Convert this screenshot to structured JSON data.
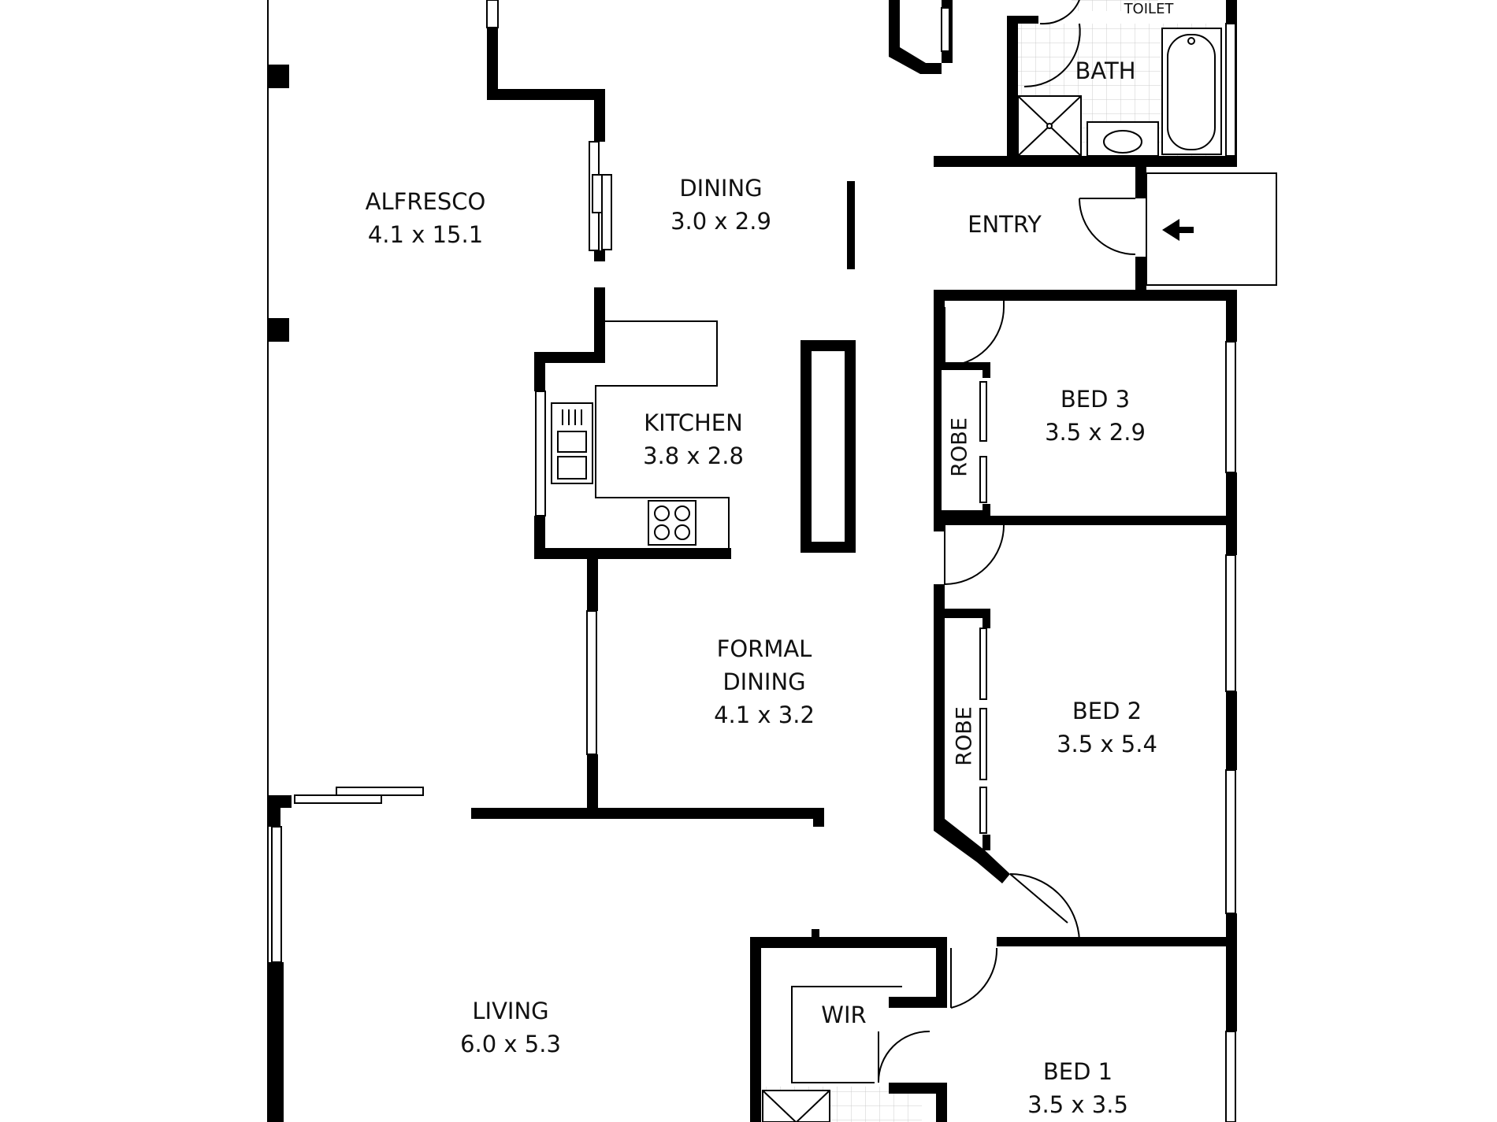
{
  "rooms": {
    "alfresco": {
      "name": "ALFRESCO",
      "size": "4.1 x 15.1"
    },
    "dining": {
      "name": "DINING",
      "size": "3.0 x 2.9"
    },
    "entry": {
      "name": "ENTRY"
    },
    "toilet": {
      "name": "TOILET"
    },
    "bath": {
      "name": "BATH"
    },
    "kitchen": {
      "name": "KITCHEN",
      "size": "3.8 x 2.8"
    },
    "bed3": {
      "name": "BED 3",
      "size": "3.5 x 2.9"
    },
    "robe_bed3": {
      "name": "ROBE"
    },
    "formal_dining": {
      "name_line1": "FORMAL",
      "name_line2": "DINING",
      "size": "4.1 x 3.2"
    },
    "bed2": {
      "name": "BED 2",
      "size": "3.5 x 5.4"
    },
    "robe_bed2": {
      "name": "ROBE"
    },
    "living": {
      "name": "LIVING",
      "size": "6.0 x 5.3"
    },
    "wir": {
      "name": "WIR"
    },
    "bed1": {
      "name": "BED 1",
      "size": "3.5 x 3.5"
    }
  },
  "icons": [
    "entry-arrow-icon",
    "sink-icon",
    "cooktop-icon",
    "bathtub-icon",
    "shower-icon",
    "basin-icon"
  ],
  "colors": {
    "wall": "#000000",
    "background": "#ffffff",
    "tile": "#cccccc"
  }
}
